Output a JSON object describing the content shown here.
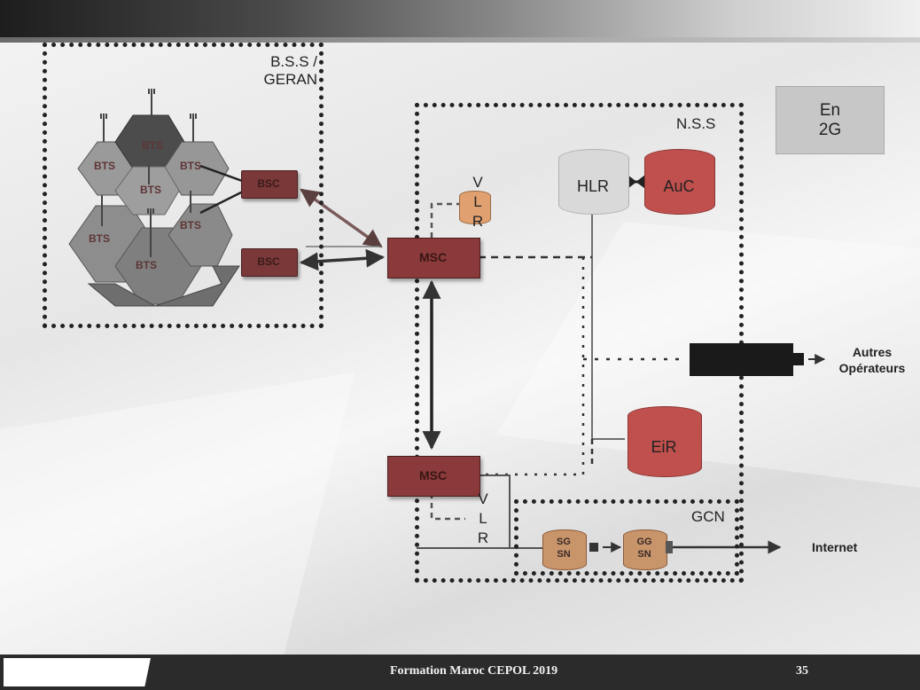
{
  "slide": {
    "badge": "En\n2G",
    "footer_title": "Formation Maroc CEPOL 2019",
    "page_number": "35"
  },
  "regions": {
    "bss_label_line1": "B.S.S /",
    "bss_label_line2": "GERAN",
    "nss_label": "N.S.S",
    "gcn_label": "GCN"
  },
  "nodes": {
    "bts": "BTS",
    "bsc": "BSC",
    "msc": "MSC",
    "vlr": [
      "V",
      "L",
      "R"
    ],
    "hlr": "HLR",
    "auc": "AuC",
    "eir": "EiR",
    "sgsn_top": "SG",
    "sgsn_bottom": "SN",
    "ggsn_top": "GG",
    "ggsn_bottom": "SN"
  },
  "external": {
    "other_operators_line1": "Autres",
    "other_operators_line2": "Opérateurs",
    "internet": "Internet"
  },
  "colors": {
    "msc": "#8a3a3a",
    "bsc": "#7a3838",
    "hlr": "#d9d9d9",
    "auc": "#c0504d",
    "eir": "#c0504d",
    "vlr": "#e0a070",
    "gsn": "#c8946a",
    "bts_tile": "#8e8e8e",
    "arrow": "#5a3f3f",
    "gateway": "#1a1a1a"
  }
}
